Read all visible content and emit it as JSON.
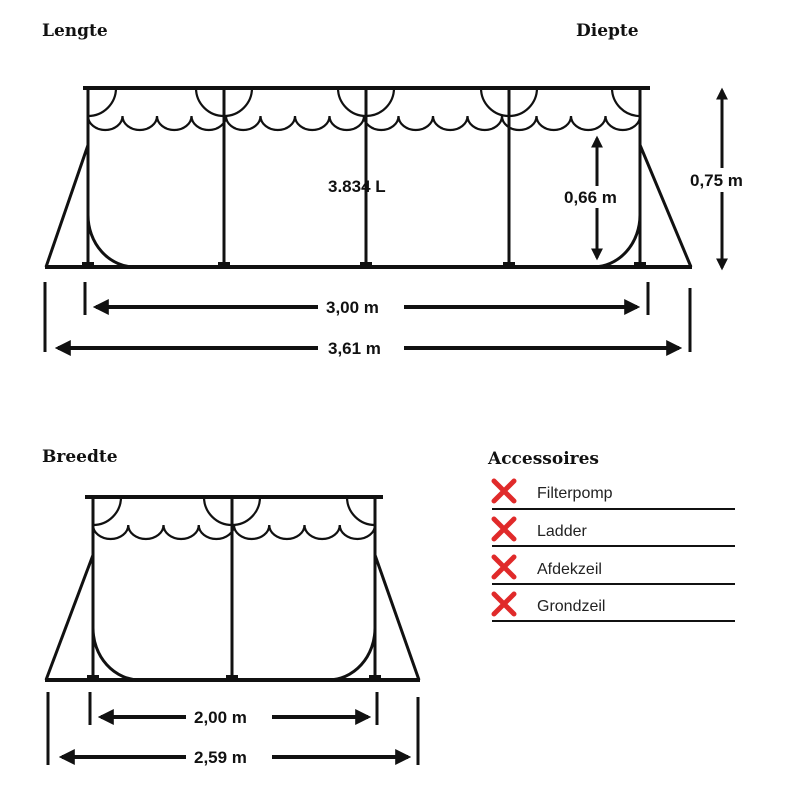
{
  "labels": {
    "length": "Lengte",
    "depth": "Diepte",
    "width": "Breedte",
    "accessories": "Accessoires"
  },
  "top_pool": {
    "volume": "3.834 L",
    "water_depth": "0,66 m",
    "total_depth": "0,75 m",
    "inner_length": "3,00 m",
    "outer_length": "3,61 m"
  },
  "side_pool": {
    "inner_width": "2,00 m",
    "outer_width": "2,59 m"
  },
  "accessories": [
    {
      "label": "Filterpomp",
      "included": false,
      "icon": "cross-icon"
    },
    {
      "label": "Ladder",
      "included": false,
      "icon": "cross-icon"
    },
    {
      "label": "Afdekzeil",
      "included": false,
      "icon": "cross-icon"
    },
    {
      "label": "Grondzeil",
      "included": false,
      "icon": "cross-icon"
    }
  ],
  "colors": {
    "line": "#111111",
    "cross": "#e02a2a"
  }
}
